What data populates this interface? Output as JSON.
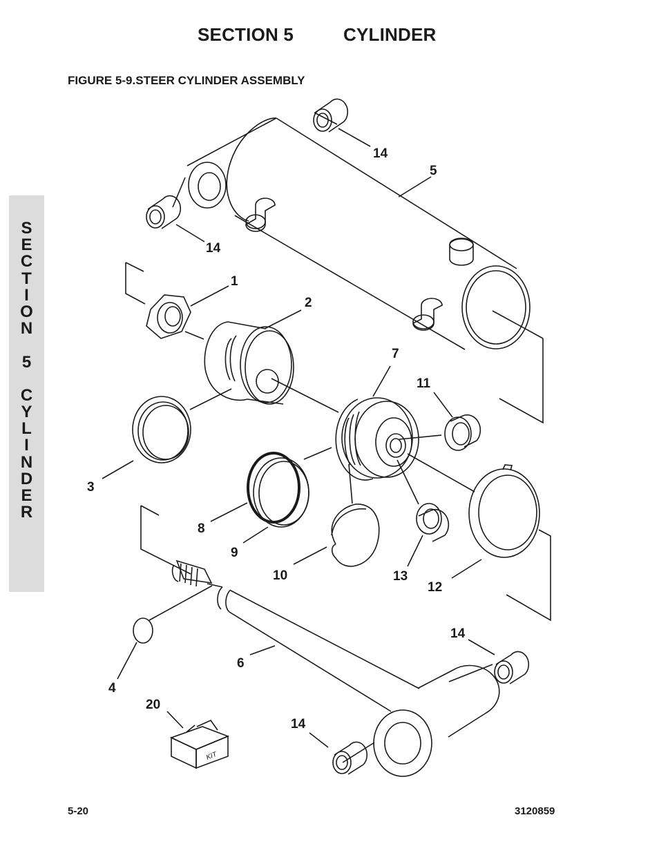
{
  "header": {
    "section": "SECTION 5",
    "chapter": "CYLINDER"
  },
  "figure_title": "FIGURE 5-9.STEER CYLINDER ASSEMBLY",
  "side_tab": [
    "S",
    "E",
    "C",
    "T",
    "I",
    "O",
    "N",
    "",
    "5",
    "",
    "C",
    "Y",
    "L",
    "I",
    "N",
    "D",
    "E",
    "R"
  ],
  "callouts": {
    "c1": "1",
    "c2": "2",
    "c3": "3",
    "c4": "4",
    "c5": "5",
    "c6": "6",
    "c7": "7",
    "c8": "8",
    "c9": "9",
    "c10": "10",
    "c11": "11",
    "c12": "12",
    "c13": "13",
    "c14a": "14",
    "c14b": "14",
    "c14c": "14",
    "c14d": "14",
    "c20": "20"
  },
  "kit_label": "KIT",
  "footer": {
    "page": "5-20",
    "doc_number": "3120859"
  }
}
